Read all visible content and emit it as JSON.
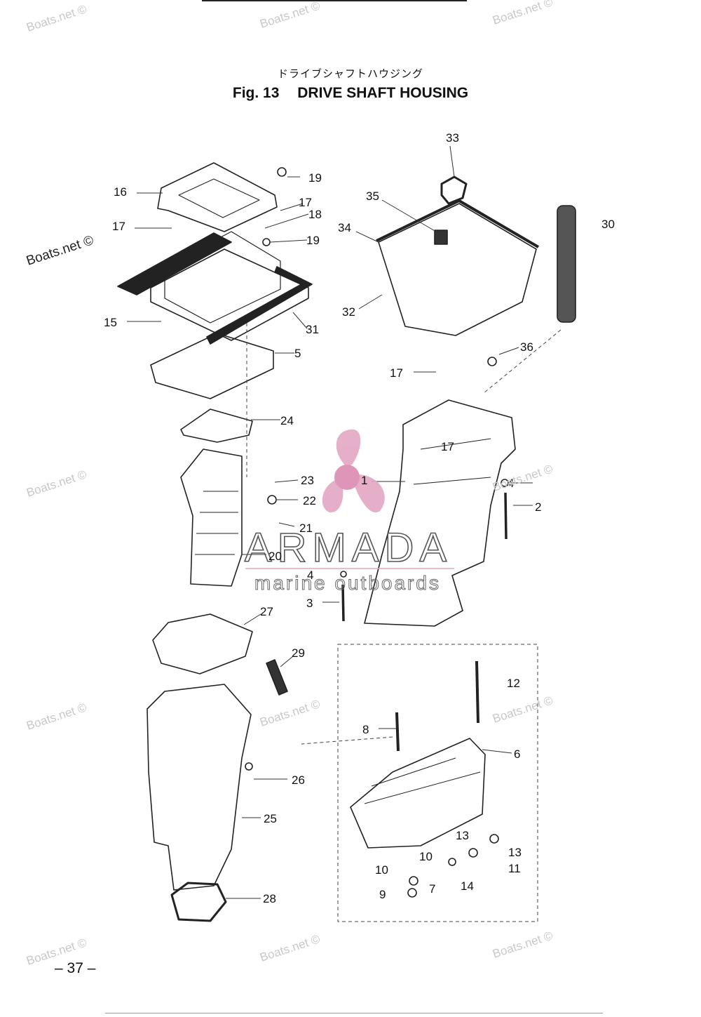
{
  "header": {
    "japanese_title": "ドライブシャフトハウジング",
    "fig_label": "Fig. 13",
    "fig_title": "DRIVE SHAFT HOUSING"
  },
  "watermark": "Boats.net ©",
  "logo": {
    "brand": "ARMADA",
    "tagline": "marine outboards",
    "color": "#e3a6c4"
  },
  "part_numbers": [
    "1",
    "2",
    "3",
    "4",
    "4",
    "5",
    "6",
    "7",
    "8",
    "9",
    "10",
    "10",
    "11",
    "12",
    "13",
    "13",
    "14",
    "15",
    "16",
    "17",
    "17",
    "17",
    "17",
    "18",
    "19",
    "19",
    "20",
    "21",
    "22",
    "23",
    "24",
    "25",
    "26",
    "27",
    "28",
    "29",
    "30",
    "31",
    "32",
    "33",
    "34",
    "35",
    "36"
  ],
  "footer": {
    "page": "– 37 –"
  }
}
